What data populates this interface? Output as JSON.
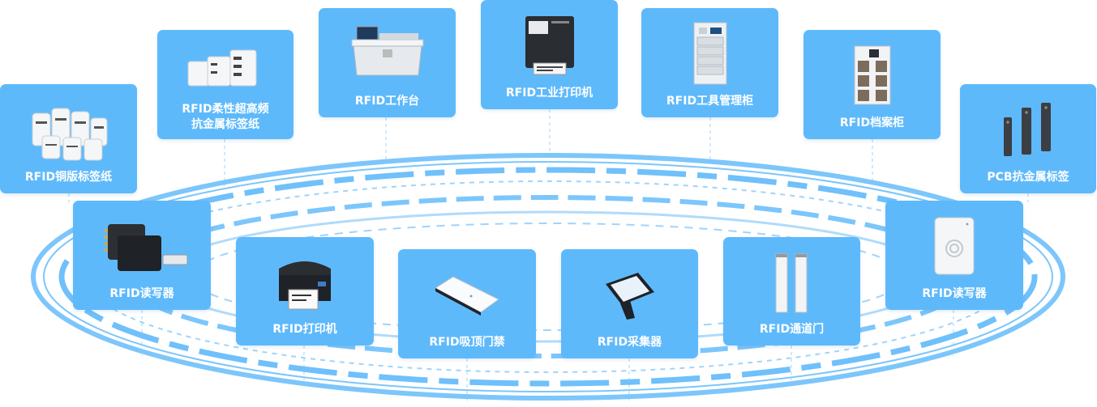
{
  "accent_color": "#5eb9fb",
  "ring_color": "#6fc0fb",
  "products": [
    {
      "id": "copper-label",
      "label": "RFID铜版标签纸",
      "icon": "label-rolls-icon"
    },
    {
      "id": "flexible-label",
      "label": "RFID柔性超高频\n抗金属标签纸",
      "icon": "label-rolls-icon"
    },
    {
      "id": "workstation",
      "label": "RFID工作台",
      "icon": "workstation-icon"
    },
    {
      "id": "industrial-printer",
      "label": "RFID工业打印机",
      "icon": "industrial-printer-icon"
    },
    {
      "id": "tool-cabinet",
      "label": "RFID工具管理柜",
      "icon": "tool-cabinet-icon"
    },
    {
      "id": "archive-cabinet",
      "label": "RFID档案柜",
      "icon": "archive-cabinet-icon"
    },
    {
      "id": "pcb-tag",
      "label": "PCB抗金属标签",
      "icon": "pcb-tag-icon"
    },
    {
      "id": "reader-left",
      "label": "RFID读写器",
      "icon": "fixed-reader-icon"
    },
    {
      "id": "printer",
      "label": "RFID打印机",
      "icon": "desktop-printer-icon"
    },
    {
      "id": "ceiling-gate",
      "label": "RFID吸顶门禁",
      "icon": "ceiling-antenna-icon"
    },
    {
      "id": "collector",
      "label": "RFID采集器",
      "icon": "handheld-collector-icon"
    },
    {
      "id": "access-gate",
      "label": "RFID通道门",
      "icon": "gate-pillars-icon"
    },
    {
      "id": "reader-right",
      "label": "RFID读写器",
      "icon": "panel-reader-icon"
    }
  ]
}
